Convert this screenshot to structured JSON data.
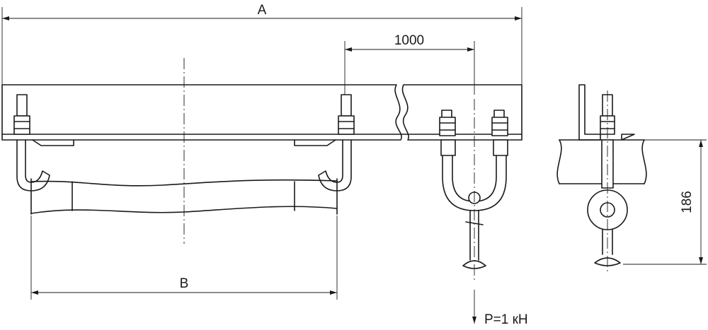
{
  "drawing": {
    "dim_a_label": "A",
    "dim_b_label": "B",
    "dim_1000_label": "1000",
    "dim_186_label": "186",
    "load_label": "P=1 кН"
  }
}
